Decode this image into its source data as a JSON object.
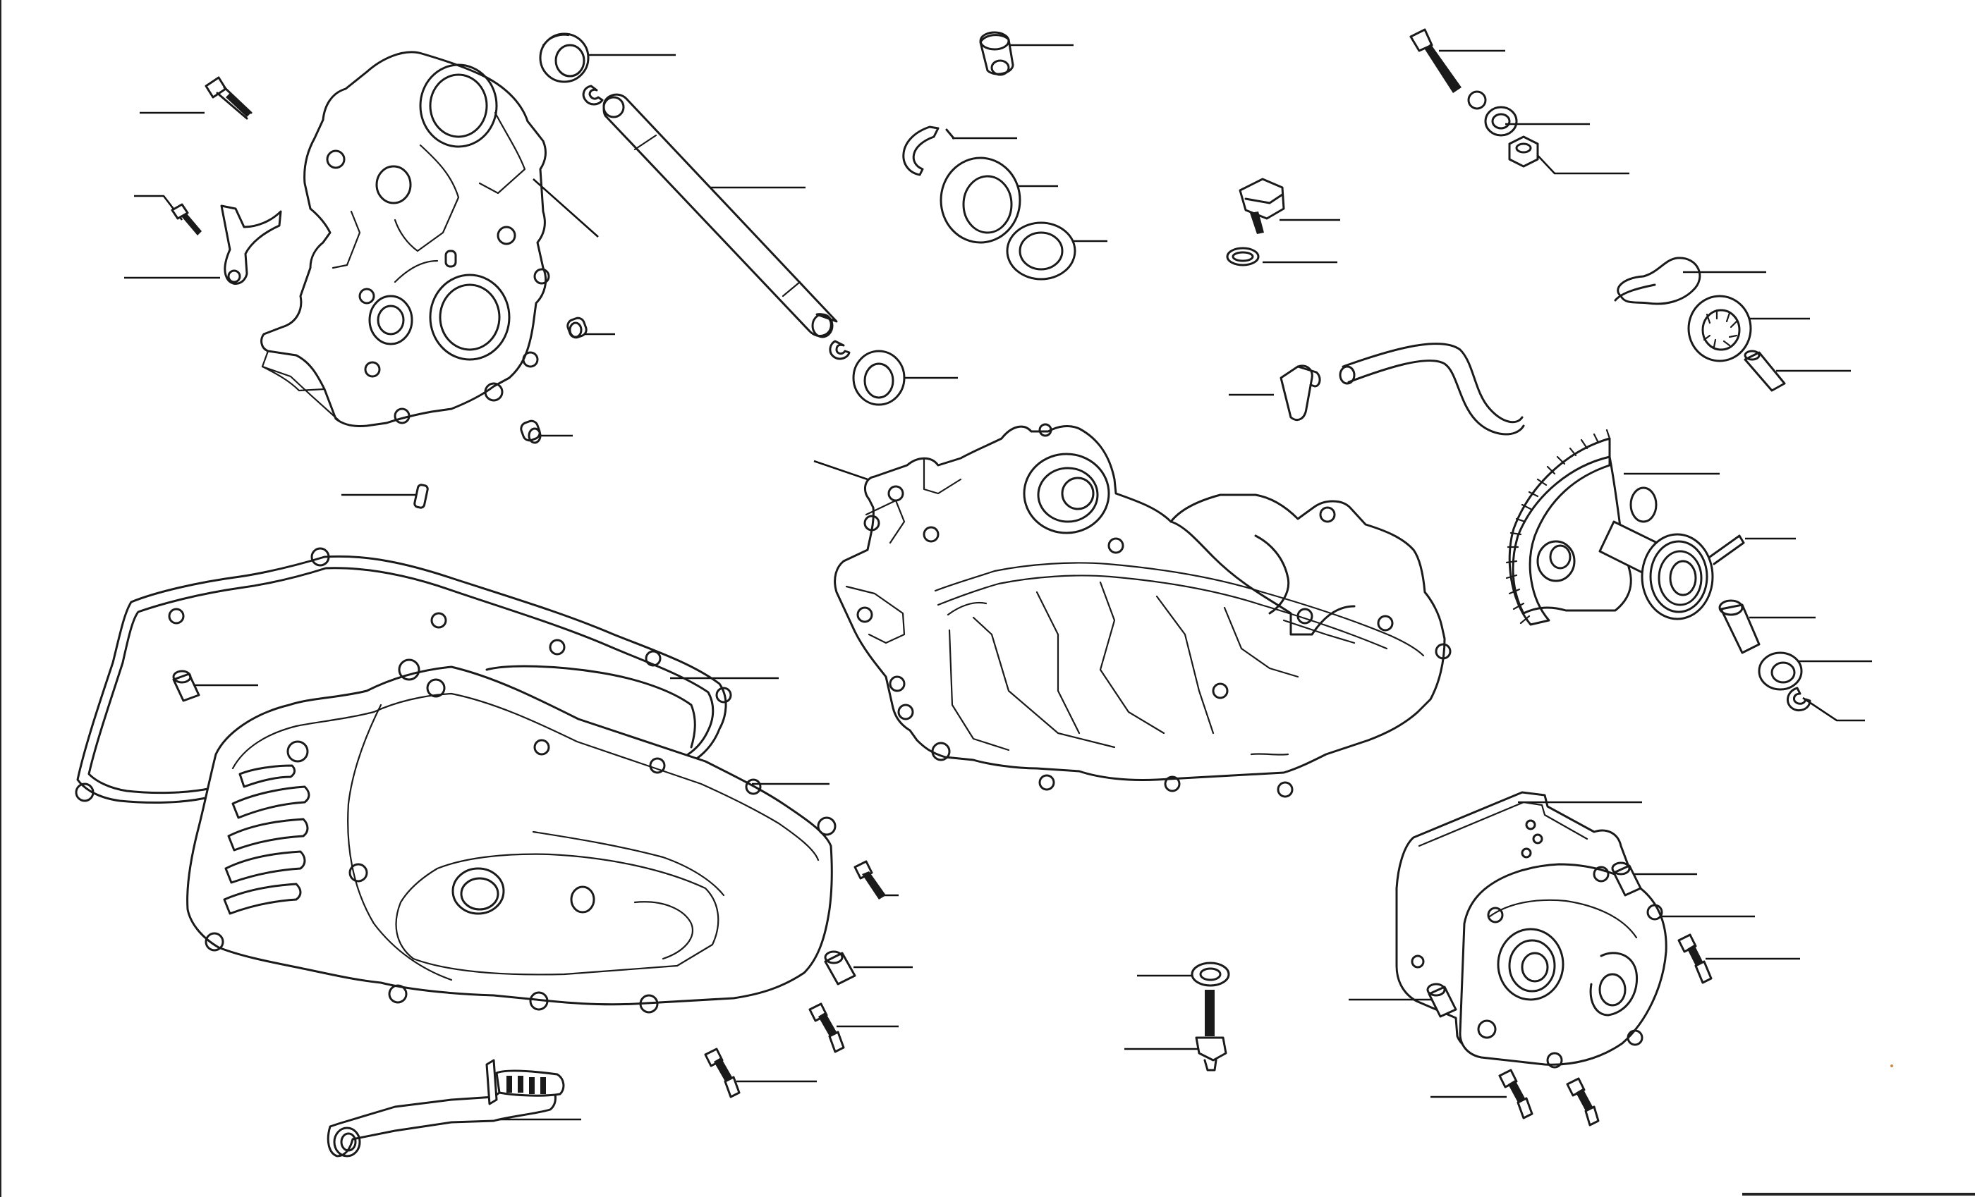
{
  "diagram": {
    "type": "exploded-parts-diagram",
    "labels": [],
    "parts": [
      "left-crankcase-half",
      "crankcase-fixing-bolt",
      "shift-fork",
      "dowel-pin",
      "bushing",
      "main-shaft",
      "circlip",
      "bearing",
      "oil-seal",
      "drive-cover-gasket",
      "drive-cover",
      "right-crankcase-half",
      "oil-level-sensor",
      "breather-hose",
      "kickstart-sector-gear",
      "return-spring",
      "kickstart-shaft-spacer",
      "clutch-side-cover",
      "kickstart-lever",
      "stud-bolt",
      "adjusting-screw",
      "lock-nut",
      "washer"
    ]
  }
}
